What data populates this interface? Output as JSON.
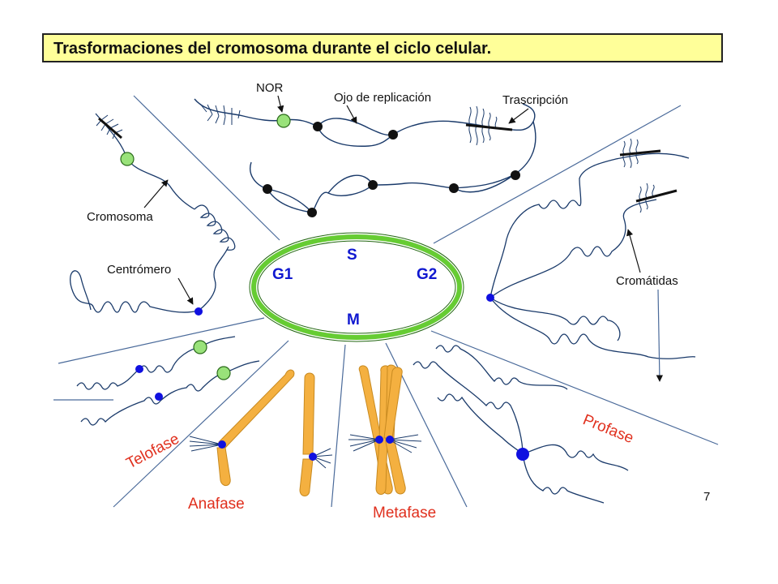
{
  "title": "Trasformaciones del cromosoma durante el ciclo celular.",
  "page_number": "7",
  "cycle": {
    "s": "S",
    "g1": "G1",
    "g2": "G2",
    "m": "M"
  },
  "labels": {
    "nor": "NOR",
    "replication_eye": "Ojo de replicación",
    "transcription": "Trascripción",
    "chromosome": "Cromosoma",
    "centromere": "Centrómero",
    "chromatids": "Cromátidas"
  },
  "phases": {
    "telophase": "Telofase",
    "anaphase": "Anafase",
    "metaphase": "Metafase",
    "prophase": "Profase"
  },
  "colors": {
    "title_bg": "#ffff99",
    "cycle_ring": "#66cc33",
    "cycle_text": "#1018d0",
    "phase_text": "#e0301e",
    "chromosome_fill": "#f4b040",
    "centromere": "#1010e0",
    "nor_node": "#99e27a",
    "sector_line": "#5577aa"
  }
}
